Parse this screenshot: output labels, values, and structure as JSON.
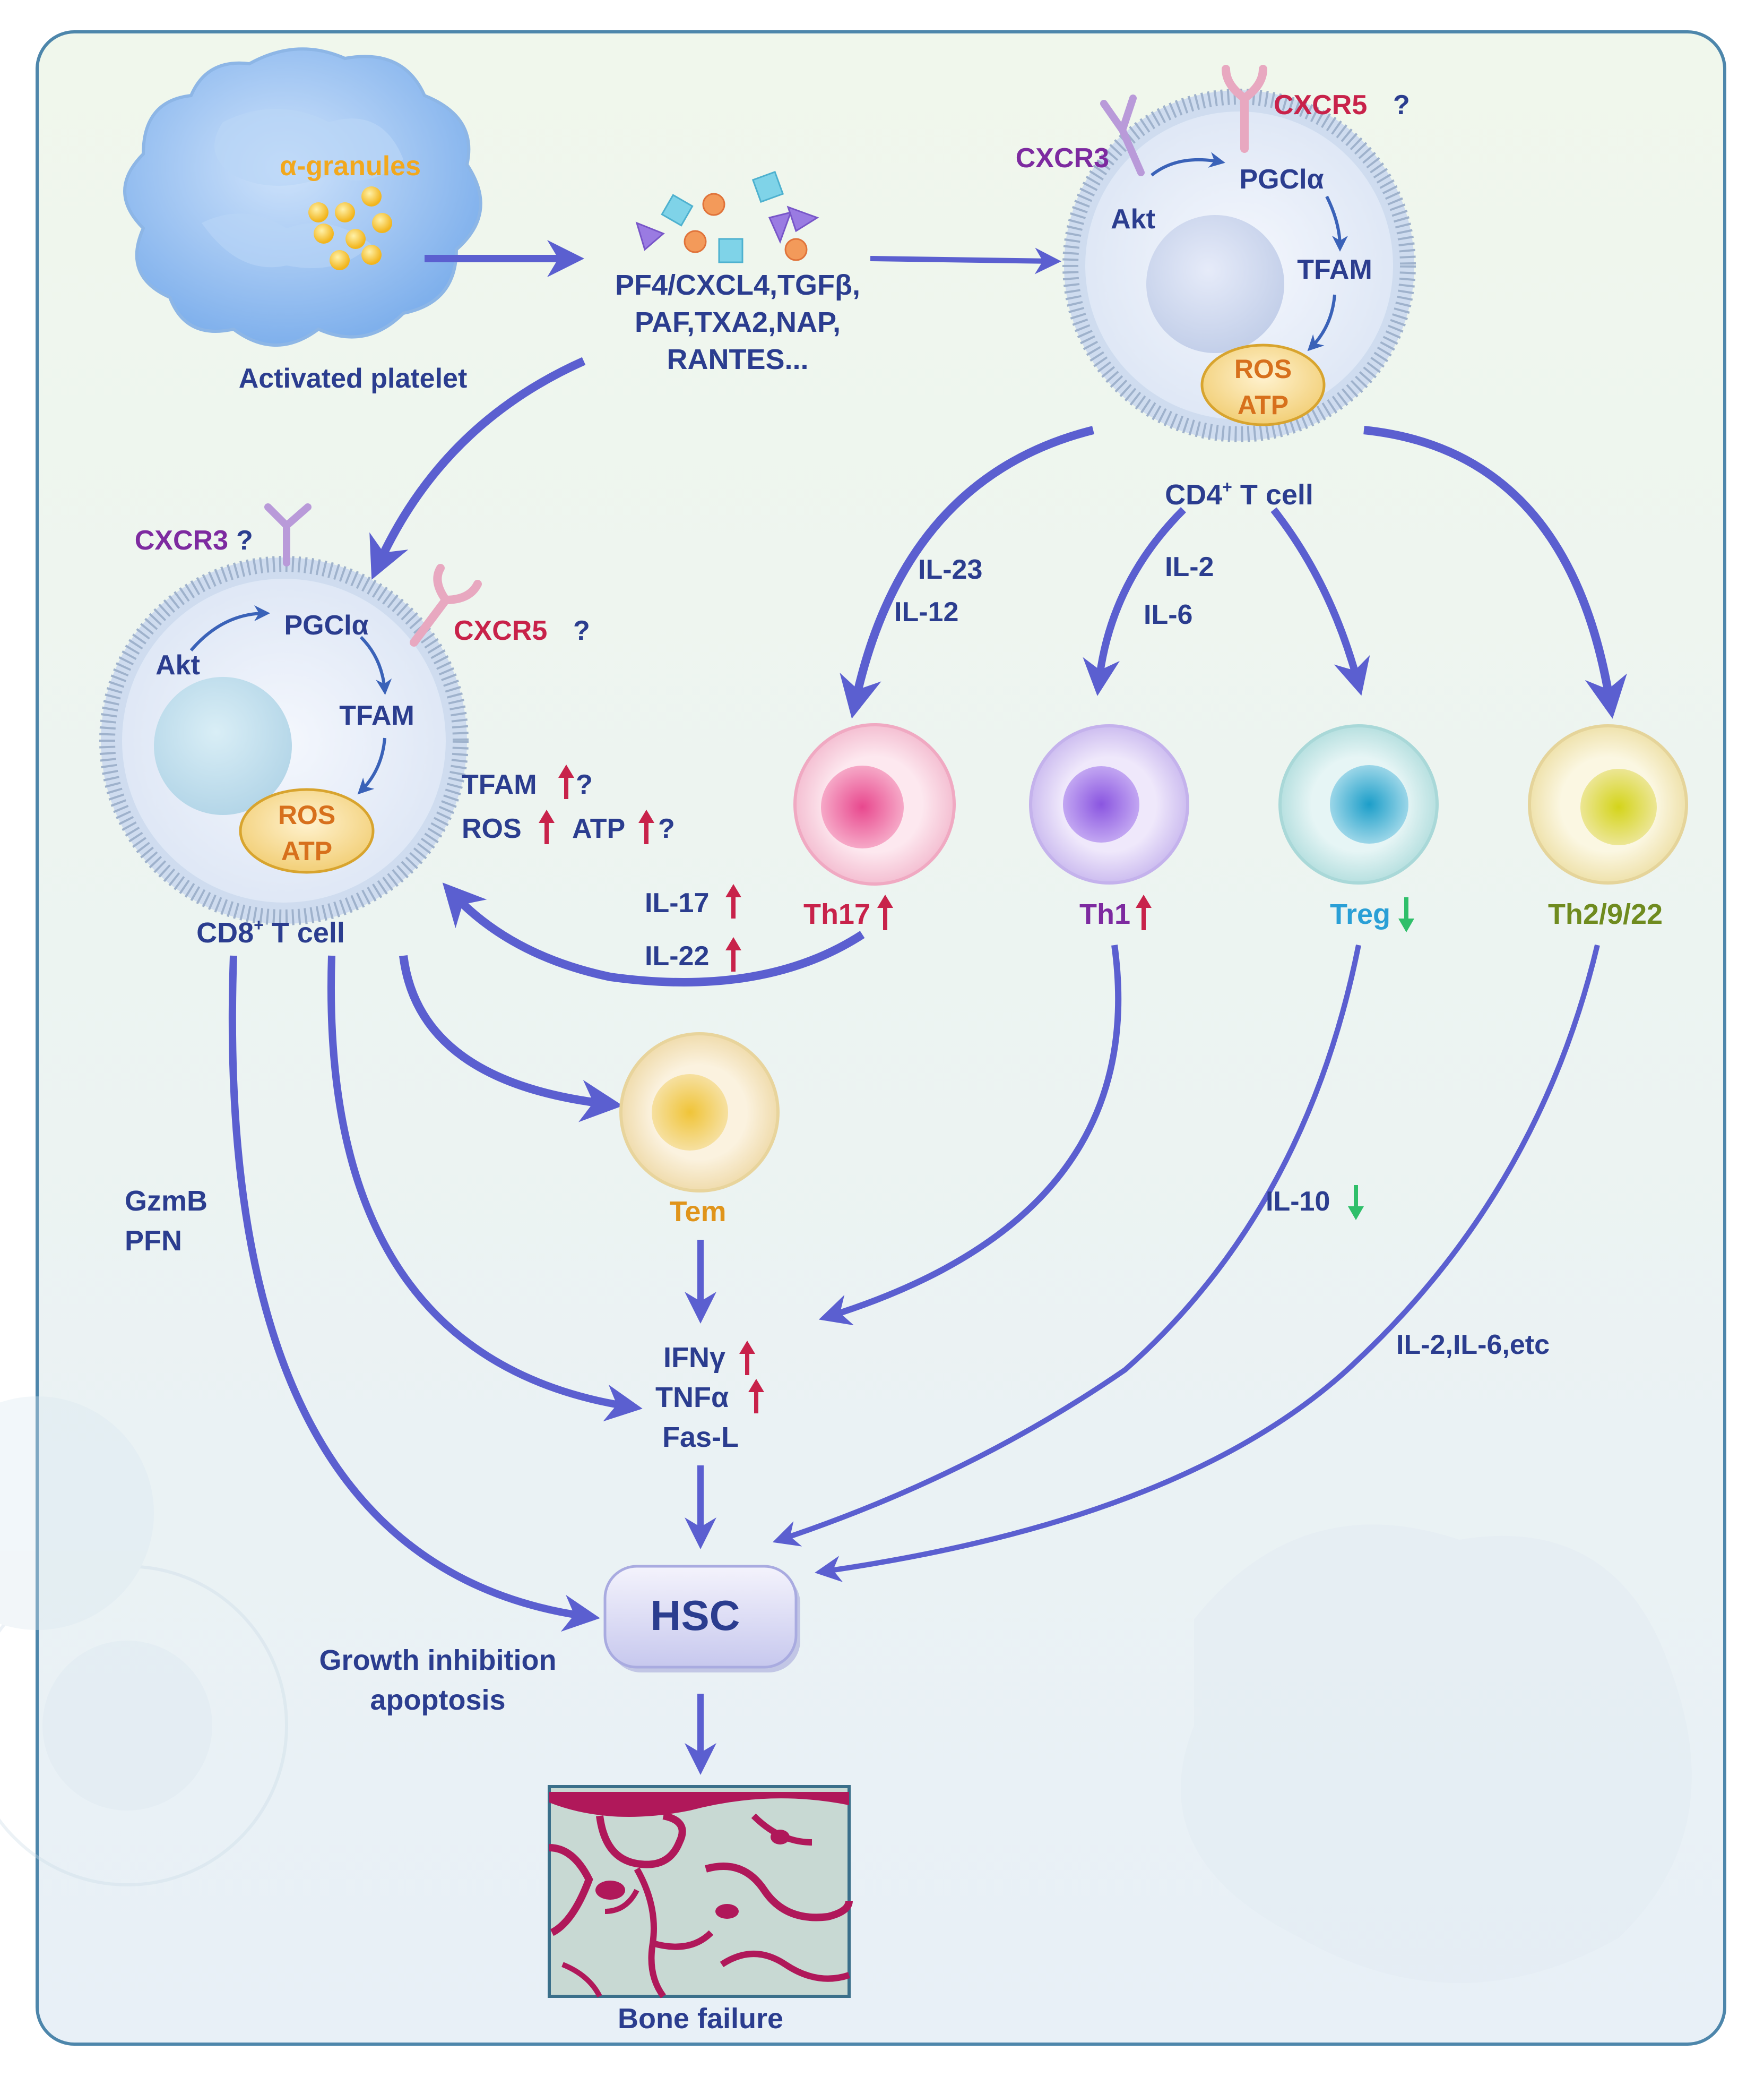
{
  "platelet": {
    "granules": "α-granules",
    "label": "Activated platelet"
  },
  "mediators": {
    "line1": "PF4/CXCL4,TGFβ,",
    "line2": "PAF,TXA2,NAP,",
    "line3": "RANTES..."
  },
  "cd4": {
    "receptor_a": "CXCR3",
    "receptor_b": "CXCR5",
    "receptor_b_q": "?",
    "akt": "Akt",
    "pgc": "PGClα",
    "tfam": "TFAM",
    "ros": "ROS",
    "atp": "ATP",
    "label_pre": "CD4",
    "label_sup": "+",
    "label_post": " T cell"
  },
  "cd8": {
    "receptor_a": "CXCR3",
    "receptor_a_q": "?",
    "receptor_b": "CXCR5",
    "receptor_b_q": "?",
    "akt": "Akt",
    "pgc": "PGClα",
    "tfam": "TFAM",
    "ros": "ROS",
    "atp": "ATP",
    "label_pre": "CD8",
    "label_sup": "+",
    "label_post": " T cell",
    "side_tfam": "TFAM",
    "side_q1": "?",
    "side_ros": "ROS",
    "side_atp": "ATP",
    "side_q2": "?"
  },
  "cytokines_cd4": {
    "il23": "IL-23",
    "il12": "IL-12",
    "il2": "IL-2",
    "il6": "IL-6"
  },
  "subsets": {
    "th17": "Th17",
    "th1": "Th1",
    "treg": "Treg",
    "th2": "Th2/9/22",
    "tem": "Tem"
  },
  "feedback": {
    "il17": "IL-17",
    "il22": "IL-22"
  },
  "effectors": {
    "gzmb": "GzmB",
    "pfn": "PFN",
    "il10": "IL-10",
    "il2il6": "IL-2,IL-6,etc",
    "ifng": "IFNγ",
    "tnfa": "TNFα",
    "fasl": "Fas-L"
  },
  "hsc": {
    "label": "HSC",
    "effect1": "Growth inhibition",
    "effect2": "apoptosis"
  },
  "bone": {
    "label": "Bone failure"
  },
  "colors": {
    "navy": "#2b3d8f",
    "arrow": "#5b5fd0",
    "red": "#c8224a",
    "green": "#2fbf6a",
    "purple": "#7d2aa0",
    "orange": "#f2a81d",
    "frame": "#4d86ab"
  }
}
